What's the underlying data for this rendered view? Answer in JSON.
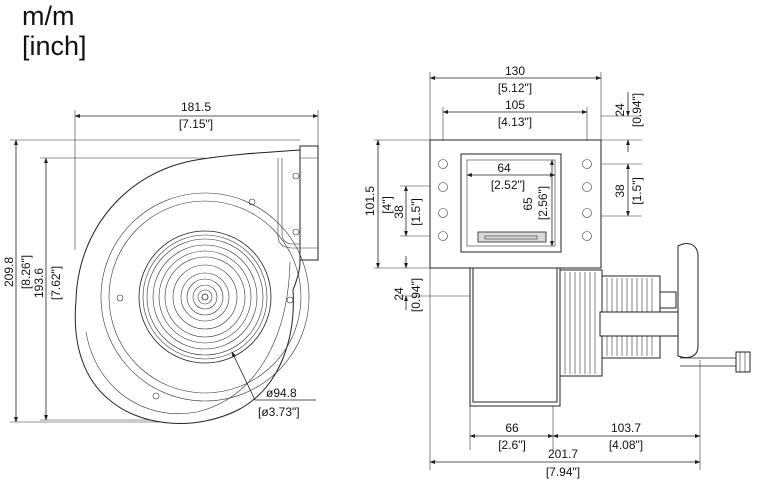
{
  "units": {
    "line1": "m/m",
    "line2": "[inch]"
  },
  "front_view": {
    "width_mm": "181.5",
    "width_in": "[7.15\"]",
    "height_total_mm": "209.8",
    "height_total_in": "[8.26\"]",
    "height_mm": "193.6",
    "height_in": "[7.62\"]",
    "diameter_mm": "ø94.8",
    "diameter_in": "[ø3.73\"]"
  },
  "side_view": {
    "flange_width_mm": "130",
    "flange_width_in": "[5.12\"]",
    "hole_span_mm": "105",
    "hole_span_in": "[4.13\"]",
    "outlet_width_mm": "64",
    "outlet_width_in": "[2.52\"]",
    "outlet_height_mm": "65",
    "outlet_height_in": "[2.56\"]",
    "flange_height_mm": "101.5",
    "flange_height_in": "[4\"]",
    "hole_pitch_left_mm": "38",
    "hole_pitch_left_in": "[1.5\"]",
    "hole_pitch_right_mm": "38",
    "hole_pitch_right_in": "[1.5\"]",
    "top_offset_mm": "24",
    "top_offset_in": "[0.94\"]",
    "bottom_offset_mm": "24",
    "bottom_offset_in": "[0.94\"]",
    "housing_depth_mm": "66",
    "housing_depth_in": "[2.6\"]",
    "motor_length_mm": "103.7",
    "motor_length_in": "[4.08\"]",
    "overall_length_mm": "201.7",
    "overall_length_in": "[7.94\"]"
  }
}
